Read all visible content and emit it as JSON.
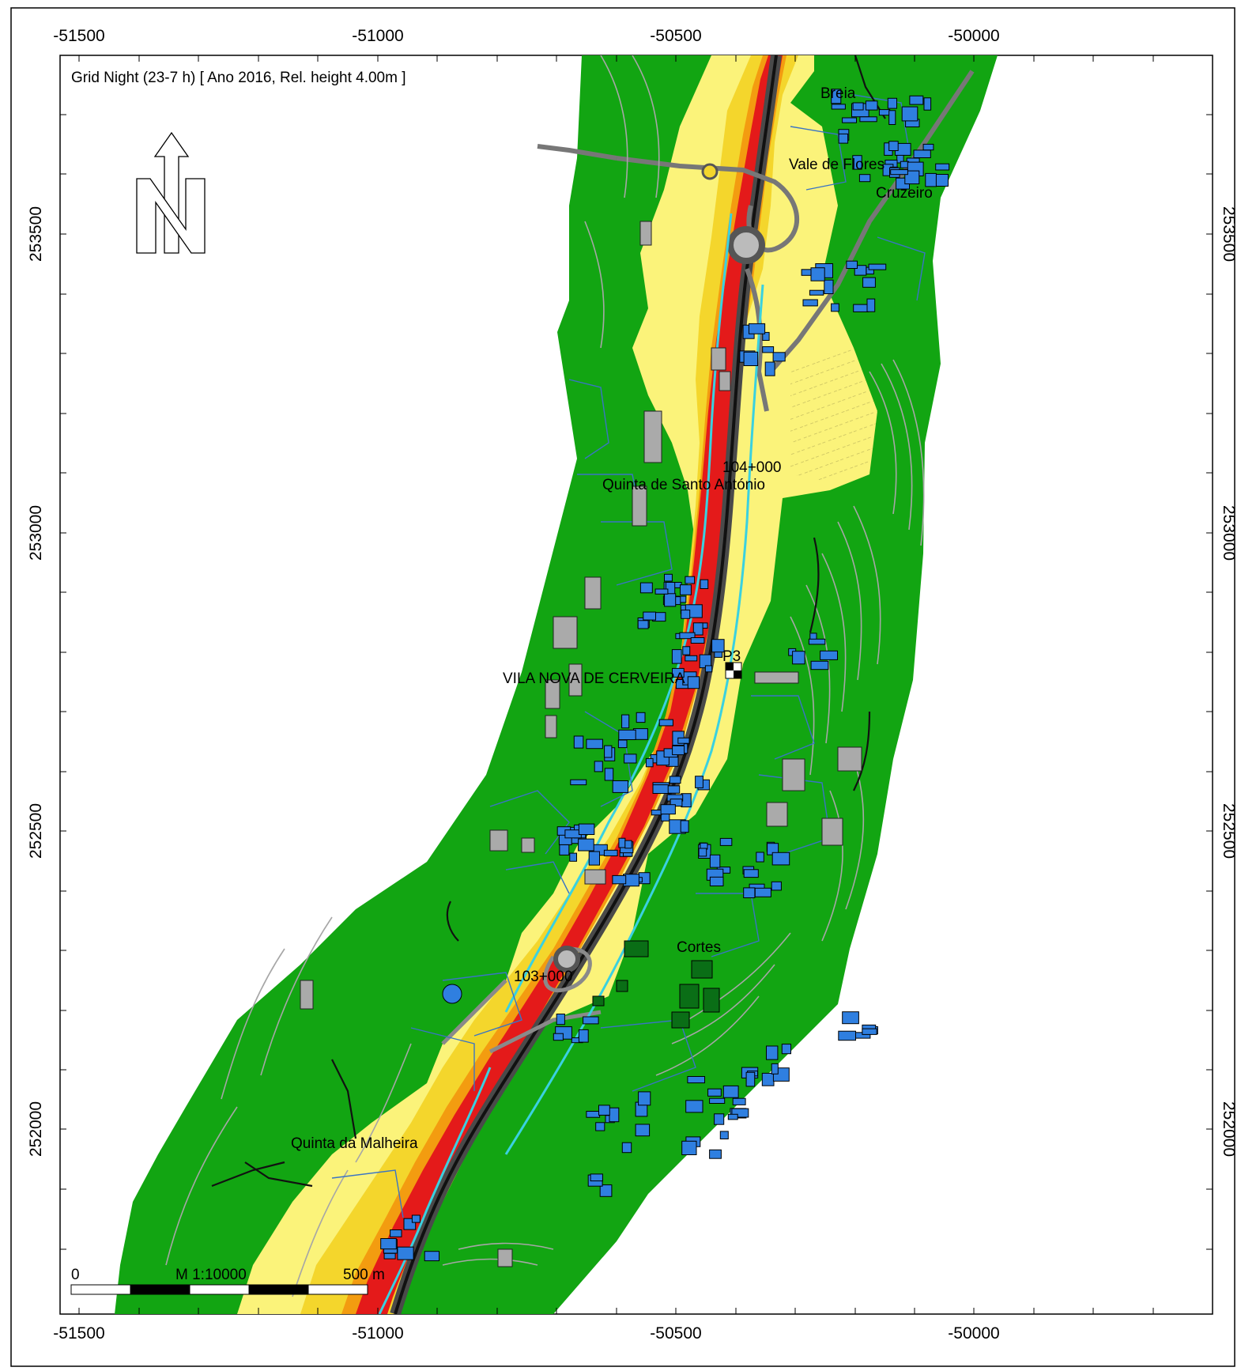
{
  "map": {
    "title": "Grid Night (23-7 h)  [ Ano 2016, Rel. height  4.00m ]",
    "scale_text": "M 1:10000",
    "scale_start": "0",
    "scale_end": "500 m",
    "x_ticks": [
      "-51500",
      "-51000",
      "-50500",
      "-50000"
    ],
    "y_ticks": [
      "253500",
      "253000",
      "252500",
      "252000"
    ],
    "place_names": {
      "breia": "Breia",
      "vale_de_flores": "Vale de Flores",
      "cruzeiro": "Cruzeiro",
      "quinta_santo_antonio": "Quinta de Santo António",
      "vila_nova": "VILA NOVA DE CERVEIRA",
      "cortes": "Cortes",
      "quinta_malheira": "Quinta da Malheira"
    },
    "chainages": {
      "upper": "104+000",
      "lower": "103+000"
    },
    "point_label": "P3",
    "colors": {
      "band_green": "#12a512",
      "band_light_yellow": "#fbf37a",
      "band_yellow": "#f4d62c",
      "band_orange": "#f39c10",
      "band_red": "#e41a1a",
      "roads": "#5a5a5a",
      "buildings": "#2f7fe0",
      "rivers": "#3ad1e0",
      "contours": "#a0a0a0"
    },
    "north_arrow": "north-arrow-icon"
  }
}
